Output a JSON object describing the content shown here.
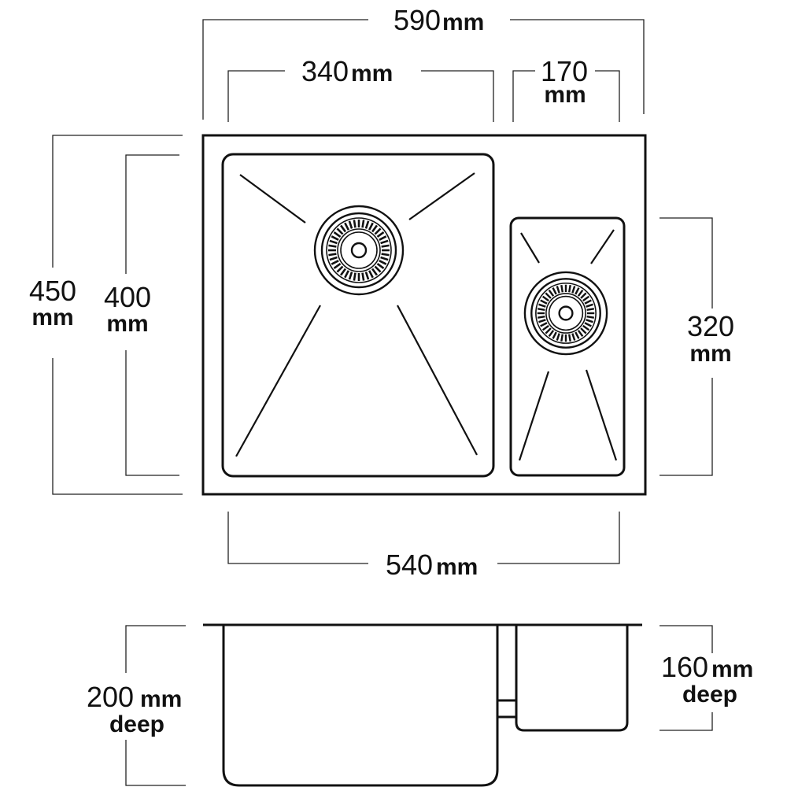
{
  "diagram": {
    "title": "Sink dimensions",
    "unit": "mm",
    "deep": "deep",
    "dimensions": {
      "overall_width": "590",
      "main_bowl_width": "340",
      "half_bowl_width": "170",
      "overall_depth": "450",
      "main_bowl_length": "400",
      "half_bowl_length": "320",
      "underside_width": "540",
      "main_bowl_depth": "200",
      "half_bowl_depth": "160"
    },
    "colors": {
      "line": "#111111",
      "background": "#ffffff"
    }
  }
}
